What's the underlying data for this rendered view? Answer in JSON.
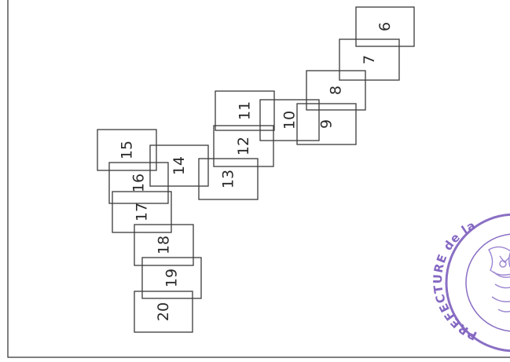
{
  "document": {
    "type": "cadastral plot diagram"
  },
  "plots": [
    {
      "id": "6"
    },
    {
      "id": "7"
    },
    {
      "id": "8"
    },
    {
      "id": "9"
    },
    {
      "id": "10"
    },
    {
      "id": "11"
    },
    {
      "id": "12"
    },
    {
      "id": "13"
    },
    {
      "id": "14"
    },
    {
      "id": "15"
    },
    {
      "id": "16"
    },
    {
      "id": "17"
    },
    {
      "id": "18"
    },
    {
      "id": "19"
    },
    {
      "id": "20"
    }
  ],
  "stamp": {
    "text": "PREFECTURE de la",
    "color": "#8467c2"
  },
  "colors": {
    "line": "#3a3a3a",
    "background": "#ffffff"
  }
}
